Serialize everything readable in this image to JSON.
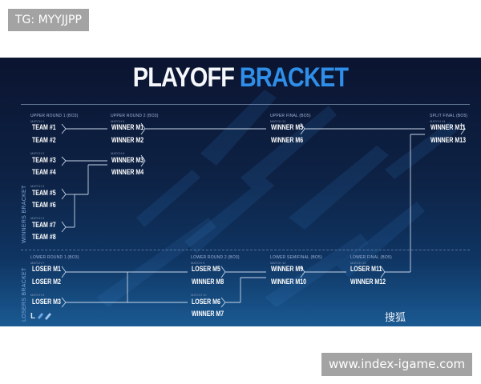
{
  "top_tag": "TG: MYYJJPP",
  "bottom_tag": "www.index-igame.com",
  "title": {
    "part1": "PLAYOFF",
    "part2": "BRACKET"
  },
  "side_labels": {
    "winners": "WINNERS BRACKET",
    "losers": "LOSERS BRACKET"
  },
  "rounds": {
    "upper_r1": "UPPER ROUND 1 (BO3)",
    "upper_r2": "UPPER ROUND 2 (BO3)",
    "upper_final": "UPPER FINAL (BO5)",
    "grand_final": "SPLIT FINAL (BO5)",
    "lower_r1": "LOWER ROUND 1 (BO3)",
    "lower_r2": "LOWER ROUND 2 (BO3)",
    "lower_semi": "LOWER SEMIFINAL (BO5)",
    "lower_final": "LOWER FINAL (BO5)"
  },
  "matches": {
    "m1": "MATCH 1",
    "m2": "MATCH 2",
    "m3": "MATCH 3",
    "m4": "MATCH 4",
    "m5": "MATCH 5",
    "m6": "MATCH 6",
    "m7": "MATCH 7",
    "m8": "MATCH 8",
    "m9": "MATCH 9",
    "m10": "MATCH 10",
    "m11": "MATCH 11",
    "m12": "MATCH 12",
    "m13": "MATCH 13",
    "m14": "MATCH 14"
  },
  "teams": {
    "t1": "TEAM #1",
    "t2": "TEAM #2",
    "t3": "TEAM #3",
    "t4": "TEAM #4",
    "t5": "TEAM #5",
    "t6": "TEAM #6",
    "t7": "TEAM #7",
    "t8": "TEAM #8",
    "wm1": "WINNER M1",
    "wm2": "WINNER M2",
    "wm3": "WINNER M3",
    "wm4": "WINNER M4",
    "wm5": "WINNER M5",
    "wm6": "WINNER M6",
    "wm11": "WINNER M11",
    "wm13": "WINNER M13",
    "lm1": "LOSER M1",
    "lm2": "LOSER M2",
    "lm3": "LOSER M3",
    "lm5": "LOSER M5",
    "wm8": "WINNER M8",
    "lm6": "LOSER M6",
    "wm7": "WINNER M7",
    "wm9": "WINNER M9",
    "wm10": "WINNER M10",
    "lm11": "LOSER M11",
    "wm12": "WINNER M12"
  },
  "watermark": "搜狐",
  "colors": {
    "title_white": "#f5f7fb",
    "title_blue": "#2f8ee8",
    "background": "#0d2245"
  }
}
